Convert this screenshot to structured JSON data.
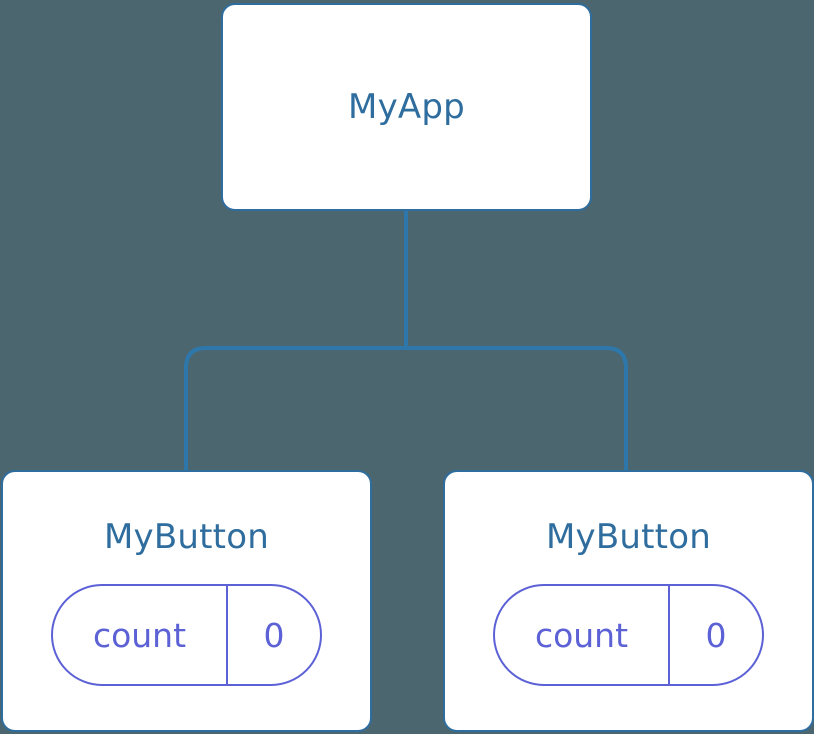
{
  "diagram": {
    "type": "component-tree",
    "background_color": "#4c6670",
    "node_border_color": "#2e6d9e",
    "node_text_color": "#2e6d9e",
    "node_background_color": "#ffffff",
    "state_color": "#5c61d6",
    "connector_color": "#2e77ab",
    "root": {
      "label": "MyApp"
    },
    "children": [
      {
        "label": "MyButton",
        "state": {
          "key": "count",
          "value": "0"
        }
      },
      {
        "label": "MyButton",
        "state": {
          "key": "count",
          "value": "0"
        }
      }
    ]
  }
}
